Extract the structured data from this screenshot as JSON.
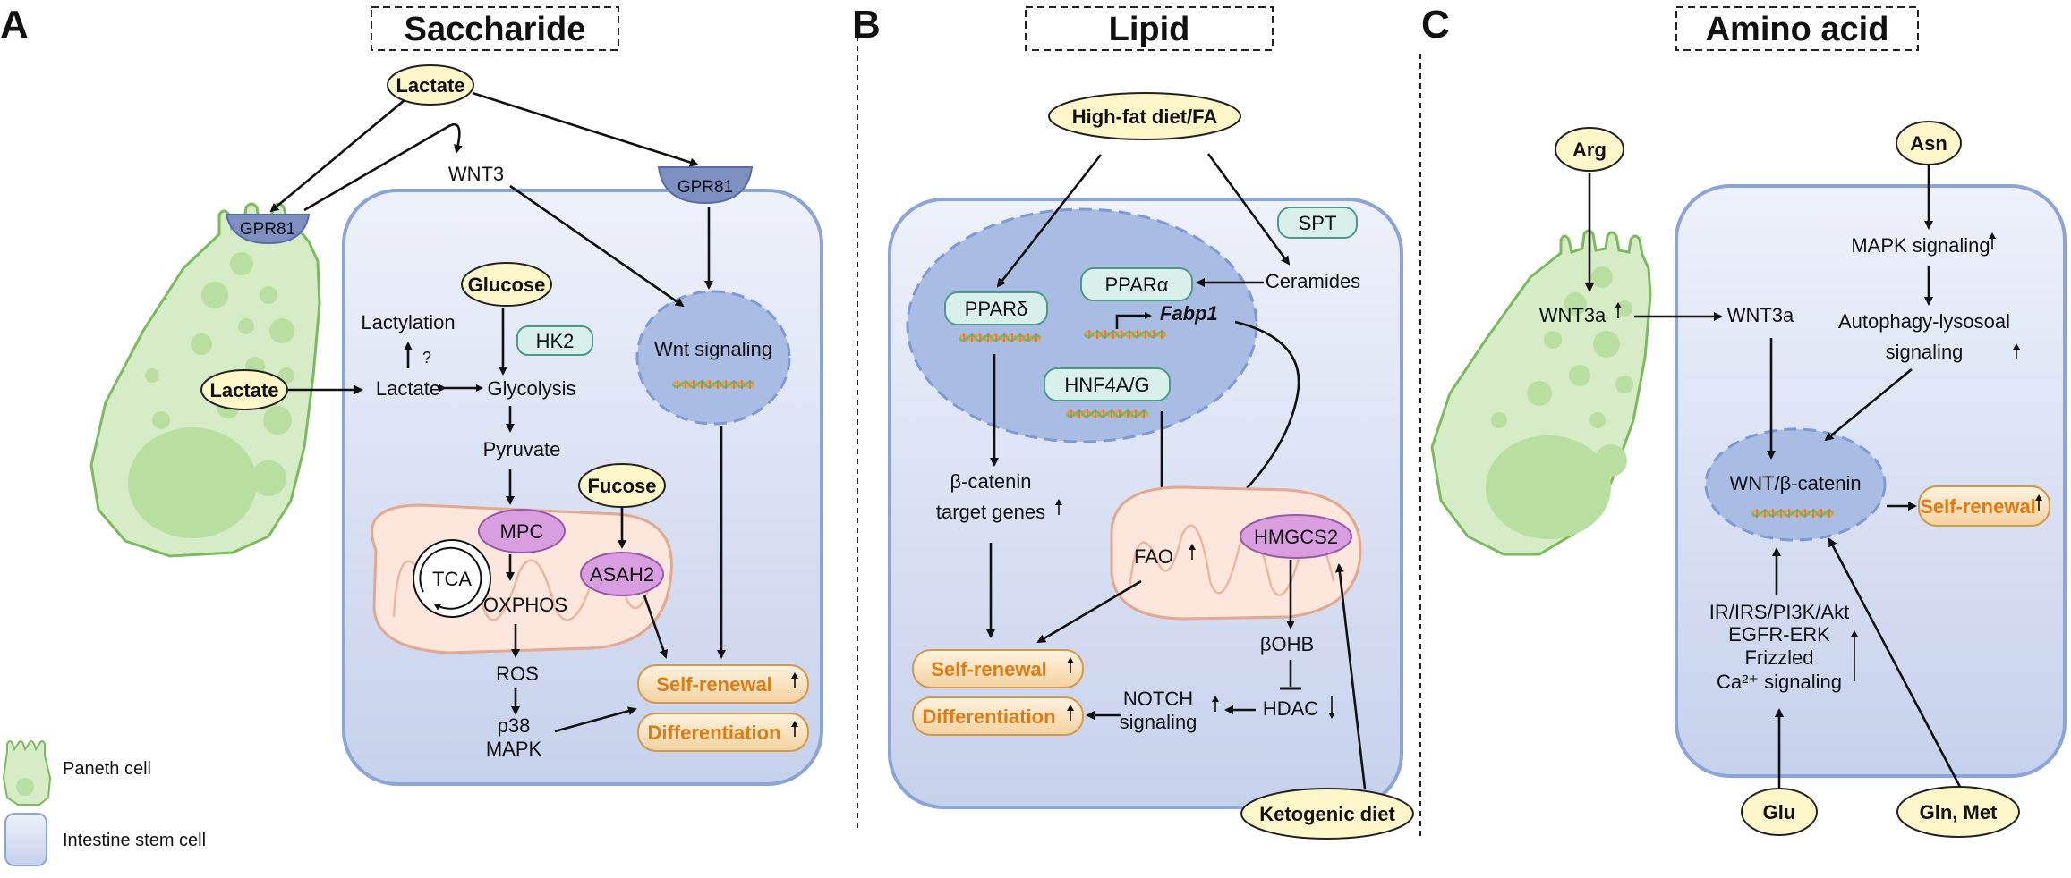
{
  "panels": {
    "a": {
      "letter": "A",
      "title": "Saccharide"
    },
    "b": {
      "letter": "B",
      "title": "Lipid"
    },
    "c": {
      "letter": "C",
      "title": "Amino acid"
    }
  },
  "legend": {
    "paneth": "Paneth cell",
    "isc": "Intestine stem cell"
  },
  "a": {
    "lactate_top": "Lactate",
    "wnt3": "WNT3",
    "gpr81_left": "GPR81",
    "gpr81_right": "GPR81",
    "glucose": "Glucose",
    "hk2": "HK2",
    "lactylation": "Lactylation",
    "question": "?",
    "lactate_paneth": "Lactate",
    "lactate_in": "Lactate",
    "glycolysis": "Glycolysis",
    "pyruvate": "Pyruvate",
    "wnt_signaling": "Wnt signaling",
    "fucose": "Fucose",
    "mpc": "MPC",
    "tca": "TCA",
    "oxphos": "OXPHOS",
    "asah2": "ASAH2",
    "ros": "ROS",
    "p38": "p38",
    "mapk": "MAPK",
    "self_renewal": "Self-renewal",
    "differentiation": "Differentiation"
  },
  "b": {
    "hfd": "High-fat diet/FA",
    "spt": "SPT",
    "ceramides": "Ceramides",
    "ppard": "PPARδ",
    "ppara": "PPARα",
    "fabp1": "Fabp1",
    "hnf4a": "HNF4A/G",
    "bcat1": "β-catenin",
    "bcat2": "target genes",
    "fao": "FAO",
    "hmgcs2": "HMGCS2",
    "bohb": "βOHB",
    "notch1": "NOTCH",
    "notch2": "signaling",
    "hdac": "HDAC",
    "self_renewal": "Self-renewal",
    "differentiation": "Differentiation",
    "keto": "Ketogenic diet"
  },
  "c": {
    "arg": "Arg",
    "asn": "Asn",
    "mapk": "MAPK signaling",
    "wnt3a_paneth": "WNT3a",
    "wnt3a_isc": "WNT3a",
    "auto1": "Autophagy-lysosoal",
    "auto2": "signaling",
    "wntb": "WNT/β-catenin",
    "self_renewal": "Self-renewal",
    "ir1": "IR/IRS/PI3K/Akt",
    "ir2": "EGFR-ERK",
    "ir3": "Frizzled",
    "ir4": "Ca²⁺ signaling",
    "glu": "Glu",
    "glnmet": "Gln, Met"
  }
}
